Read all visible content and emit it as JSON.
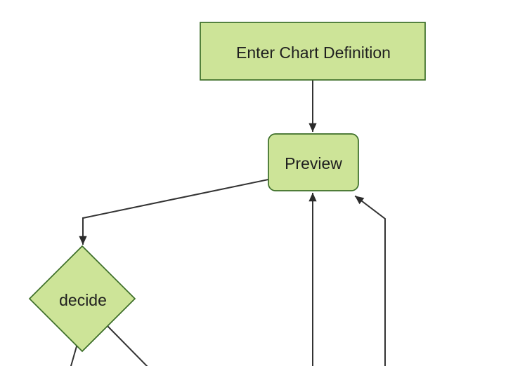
{
  "diagram": {
    "type": "flowchart",
    "direction": "top-down",
    "nodes": [
      {
        "id": "A",
        "label": "Enter Chart Definition",
        "shape": "rectangle"
      },
      {
        "id": "B",
        "label": "Preview",
        "shape": "rounded-rectangle"
      },
      {
        "id": "C",
        "label": "decide",
        "shape": "diamond"
      }
    ],
    "edges": [
      {
        "from": "A",
        "to": "B",
        "arrowhead": true
      },
      {
        "from": "B",
        "to": "C",
        "arrowhead": true
      },
      {
        "from": "C",
        "to": "offscreen-bottom-left",
        "arrowhead": false
      },
      {
        "from": "C",
        "to": "offscreen-bottom-right",
        "arrowhead": false
      },
      {
        "from": "offscreen-bottom-center",
        "to": "B",
        "arrowhead": true
      },
      {
        "from": "offscreen-bottom-right",
        "to": "B",
        "arrowhead": true
      }
    ],
    "colors": {
      "background": "#ffffff",
      "node_fill": "#cde498",
      "node_border": "#3c6e28",
      "edge_line": "#333333",
      "arrowhead_fill": "#2b2b2b",
      "label_text": "#1f1f1f"
    }
  }
}
